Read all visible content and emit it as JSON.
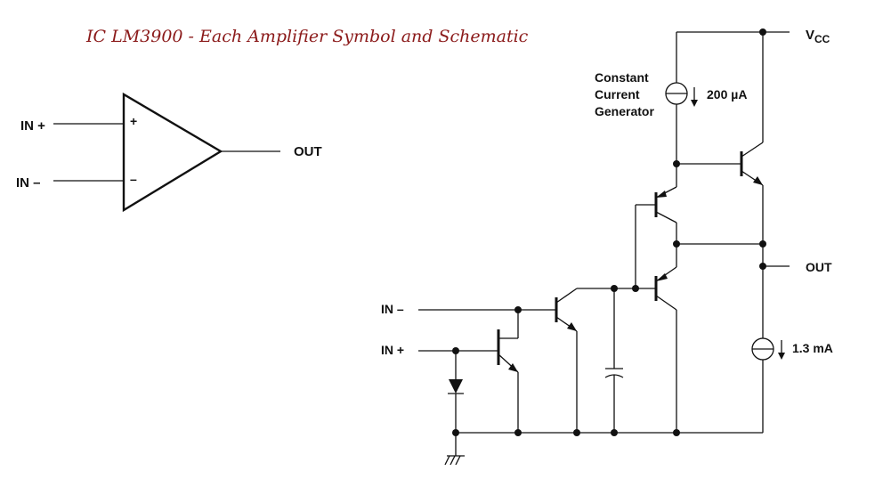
{
  "title": "IC LM3900 - Each Amplifier Symbol and Schematic",
  "colors": {
    "title": "#8b1a1a",
    "line": "#111111"
  },
  "symbol": {
    "in_plus": "IN +",
    "in_minus": "IN –",
    "out": "OUT",
    "plus_sign": "+",
    "minus_sign": "–"
  },
  "schematic": {
    "vcc": "V",
    "vcc_sub": "CC",
    "constant_current_generator": [
      "Constant",
      "Current",
      "Generator"
    ],
    "top_current": "200 µA",
    "out": "OUT",
    "bottom_current": "1.3 mA",
    "in_minus": "IN –",
    "in_plus": "IN +"
  }
}
